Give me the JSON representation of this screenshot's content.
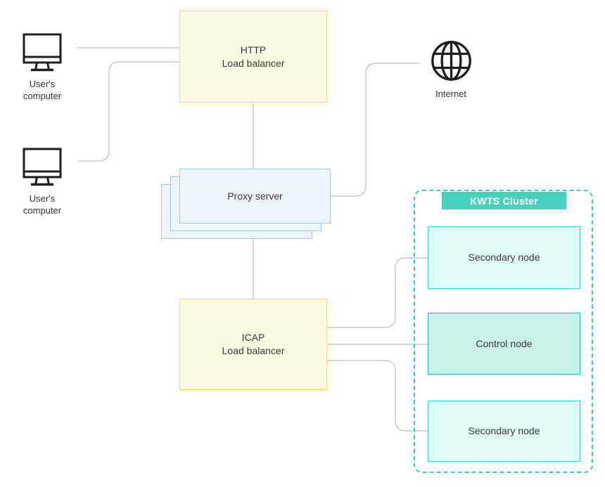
{
  "clients": [
    {
      "label": "User's computer"
    },
    {
      "label": "User's computer"
    }
  ],
  "http_lb": {
    "line1": "HTTP",
    "line2": "Load balancer"
  },
  "internet": {
    "label": "Internet"
  },
  "proxy": {
    "label": "Proxy server"
  },
  "icap_lb": {
    "line1": "ICAP",
    "line2": "Load balancer"
  },
  "cluster": {
    "title": "KWTS Cluster",
    "nodes": [
      {
        "label": "Secondary node",
        "type": "secondary"
      },
      {
        "label": "Control node",
        "type": "control"
      },
      {
        "label": "Secondary node",
        "type": "secondary"
      }
    ]
  },
  "colors": {
    "yellow_fill": "#faf8df",
    "yellow_border": "#e8e07a",
    "blue_fill": "#edf3fb",
    "blue_border": "#a8c5e8",
    "teal_header": "#47d1be",
    "teal_dash": "#3bcdba",
    "secondary_fill": "#dffbf5",
    "secondary_border": "#3fd8c5",
    "control_fill": "#c8f1e8",
    "control_border": "#1fbfa4",
    "connector": "#c8c8c8",
    "text": "#3b3b3b",
    "icon_stroke": "#1e1e1e"
  }
}
